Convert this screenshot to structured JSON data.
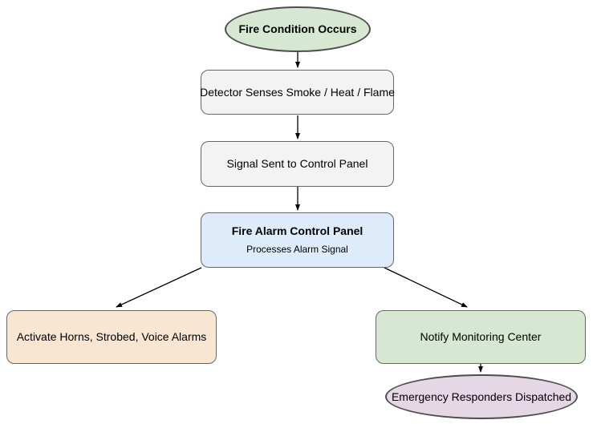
{
  "diagram": {
    "type": "flowchart",
    "background_color": "#ffffff",
    "edge_color": "#000000",
    "nodes": {
      "start": {
        "label": "Fire Condition Occurs",
        "shape": "ellipse",
        "fill": "#d7e8d2",
        "border": "#4d4d4d"
      },
      "detector": {
        "label": "Detector Senses Smoke / Heat / Flame",
        "shape": "rounded-rect",
        "fill": "#f3f3f3",
        "border": "#666666"
      },
      "signal": {
        "label": "Signal Sent to Control Panel",
        "shape": "rounded-rect",
        "fill": "#f3f3f3",
        "border": "#666666"
      },
      "control_panel": {
        "title": "Fire Alarm Control Panel",
        "subtitle": "Processes Alarm Signal",
        "shape": "rounded-rect",
        "fill": "#deebfb",
        "border": "#666666"
      },
      "activate_alarms": {
        "label": "Activate Horns, Strobed, Voice Alarms",
        "shape": "rounded-rect",
        "fill": "#f9e6d2",
        "border": "#666666"
      },
      "notify_center": {
        "label": "Notify Monitoring Center",
        "shape": "rounded-rect",
        "fill": "#d7e8d2",
        "border": "#666666"
      },
      "dispatched": {
        "label": "Emergency Responders Dispatched",
        "shape": "ellipse",
        "fill": "#e5d7e6",
        "border": "#4d4d4d"
      }
    },
    "edges": [
      {
        "from": "start",
        "to": "detector"
      },
      {
        "from": "detector",
        "to": "signal"
      },
      {
        "from": "signal",
        "to": "control_panel"
      },
      {
        "from": "control_panel",
        "to": "activate_alarms"
      },
      {
        "from": "control_panel",
        "to": "notify_center"
      },
      {
        "from": "notify_center",
        "to": "dispatched"
      }
    ]
  }
}
